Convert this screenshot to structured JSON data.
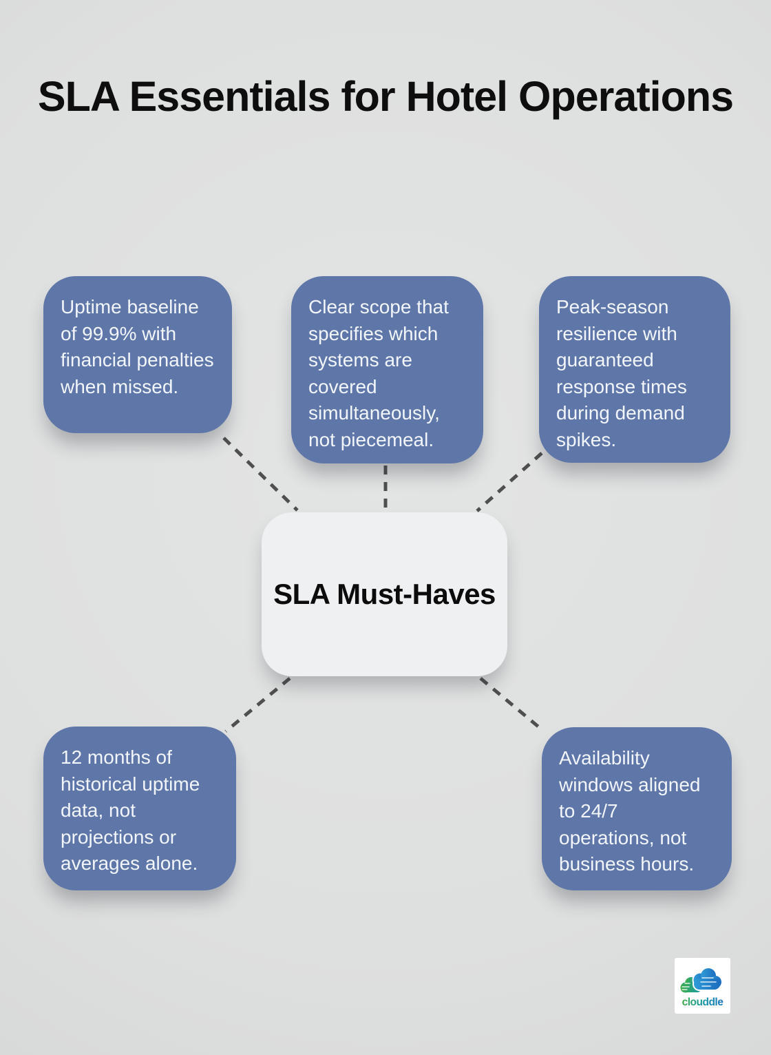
{
  "title": "SLA Essentials for Hotel Operations",
  "center_node": {
    "label": "SLA Must-Haves"
  },
  "nodes": [
    {
      "id": "uptime-baseline",
      "label": "Uptime baseline of 99.9% with financial penalties when missed."
    },
    {
      "id": "clear-scope",
      "label": "Clear scope that specifies which systems are covered simultaneously, not piecemeal."
    },
    {
      "id": "peak-season",
      "label": "Peak-season resilience with guaranteed response times during demand spikes."
    },
    {
      "id": "historical-data",
      "label": "12 months of historical uptime data, not projections or averages alone."
    },
    {
      "id": "availability-windows",
      "label": "Availability windows aligned to 24/7 operations, not business hours."
    }
  ],
  "logo": {
    "brand": "clouddle",
    "icon": "clouds-icon"
  },
  "colors": {
    "background": "#dedfdf",
    "node_fill": "#5e76a8",
    "node_text": "#f2f5f9",
    "center_fill": "#eff0f2",
    "center_text": "#0c0c0c",
    "title_text": "#0e0e0e",
    "connector": "#4f4f4f",
    "logo_green": "#3fae49",
    "logo_teal": "#1899a8",
    "logo_blue_light": "#2f9cd8",
    "logo_blue_dark": "#1c6cbe"
  }
}
